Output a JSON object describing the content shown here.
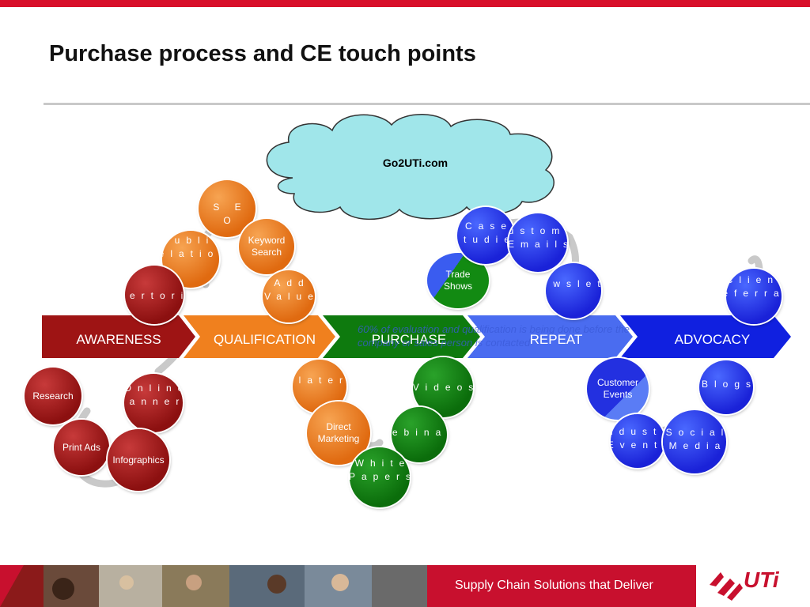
{
  "title": "Purchase process and CE touch points",
  "cloud_label": "Go2UTi.com",
  "stages": [
    {
      "label": "AWARENESS",
      "color": "#9e1414"
    },
    {
      "label": "QUALIFICATION",
      "color": "#f0801e"
    },
    {
      "label": "PURCHASE",
      "color": "#0e7a0e"
    },
    {
      "label": "REPEAT",
      "color": "#4a6cf0"
    },
    {
      "label": "ADVOCACY",
      "color": "#1020e0"
    }
  ],
  "touch_points": {
    "seo": "S E O",
    "keyword_search": "Keyword Search",
    "public_relations": "Public Relations",
    "add_value": "Add Value",
    "advertorials": "Advertorials",
    "research": "Research",
    "online_banners": "Online Banners",
    "print_ads": "Print Ads",
    "infographics": "Infographics",
    "collaterals": "Collaterals",
    "direct_marketing": "Direct Marketing",
    "case_studies": "Case Studies",
    "customer_emails": "Customer Emails",
    "trade_shows": "Trade Shows",
    "enewsletter": "eNewsletter",
    "videos": "Videos",
    "webinars": "Webinars",
    "white_papers": "White Papers",
    "client_referrals": "Client Referrals",
    "customer_events": "Customer Events",
    "blogs": "Blogs",
    "industry_events": "Industry Events",
    "social_media": "Social Media"
  },
  "note": "60% of evaluation and qualification is being done before the company or sales person is contacted",
  "footer": {
    "tagline": "Supply Chain Solutions that Deliver",
    "logo_text": "UTi"
  },
  "colors": {
    "brand_red": "#c8102e",
    "cloud_fill": "#a0e6ea"
  }
}
